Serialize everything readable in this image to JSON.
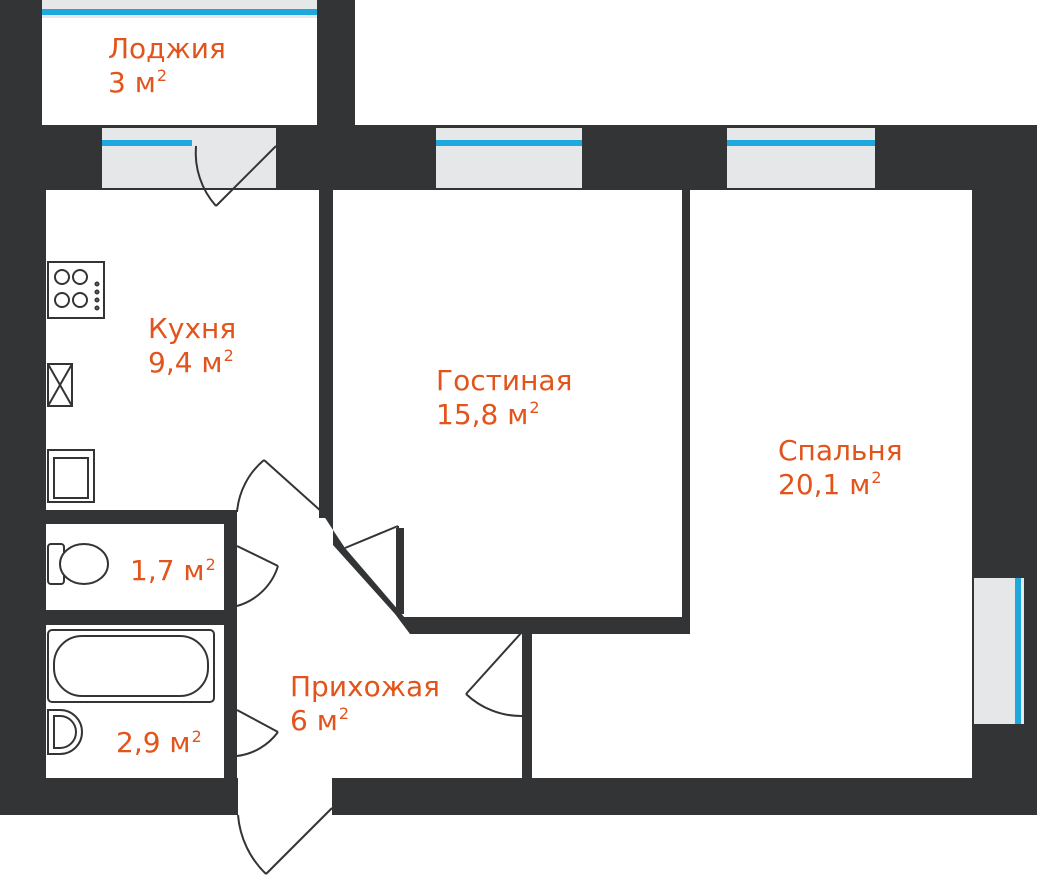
{
  "colors": {
    "wall": "#333436",
    "floor": "#ffffff",
    "window_frame": "#e6e7e8",
    "glass": "#1fa8dd",
    "label": "#e2541b",
    "fixture": "#333436"
  },
  "rooms": [
    {
      "id": "loggia",
      "name": "Лоджия",
      "area": "3 м",
      "unit_sup": "2"
    },
    {
      "id": "kitchen",
      "name": "Кухня",
      "area": "9,4 м",
      "unit_sup": "2"
    },
    {
      "id": "living",
      "name": "Гостиная",
      "area": "15,8 м",
      "unit_sup": "2"
    },
    {
      "id": "bedroom",
      "name": "Спальня",
      "area": "20,1 м",
      "unit_sup": "2"
    },
    {
      "id": "toilet",
      "name": "",
      "area": "1,7 м",
      "unit_sup": "2"
    },
    {
      "id": "bathroom",
      "name": "",
      "area": "2,9 м",
      "unit_sup": "2"
    },
    {
      "id": "hallway",
      "name": "Прихожая",
      "area": "6 м",
      "unit_sup": "2"
    }
  ]
}
